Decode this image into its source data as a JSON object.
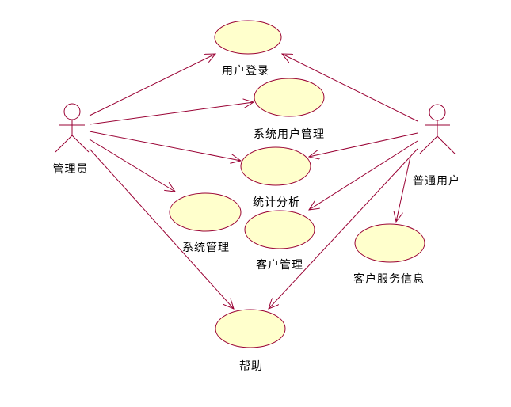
{
  "colors": {
    "line": "#990033",
    "fill": "#ffffcc"
  },
  "actors": {
    "admin": {
      "label": "管理员"
    },
    "user": {
      "label": "普通用户"
    }
  },
  "use_cases": {
    "login": {
      "label": "用户登录"
    },
    "sys_user_mgmt": {
      "label": "系统用户管理"
    },
    "stats": {
      "label": "统计分析"
    },
    "sys_mgmt": {
      "label": "系统管理"
    },
    "customer_mgmt": {
      "label": "客户管理"
    },
    "customer_service": {
      "label": "客户服务信息"
    },
    "help": {
      "label": "帮助"
    }
  }
}
